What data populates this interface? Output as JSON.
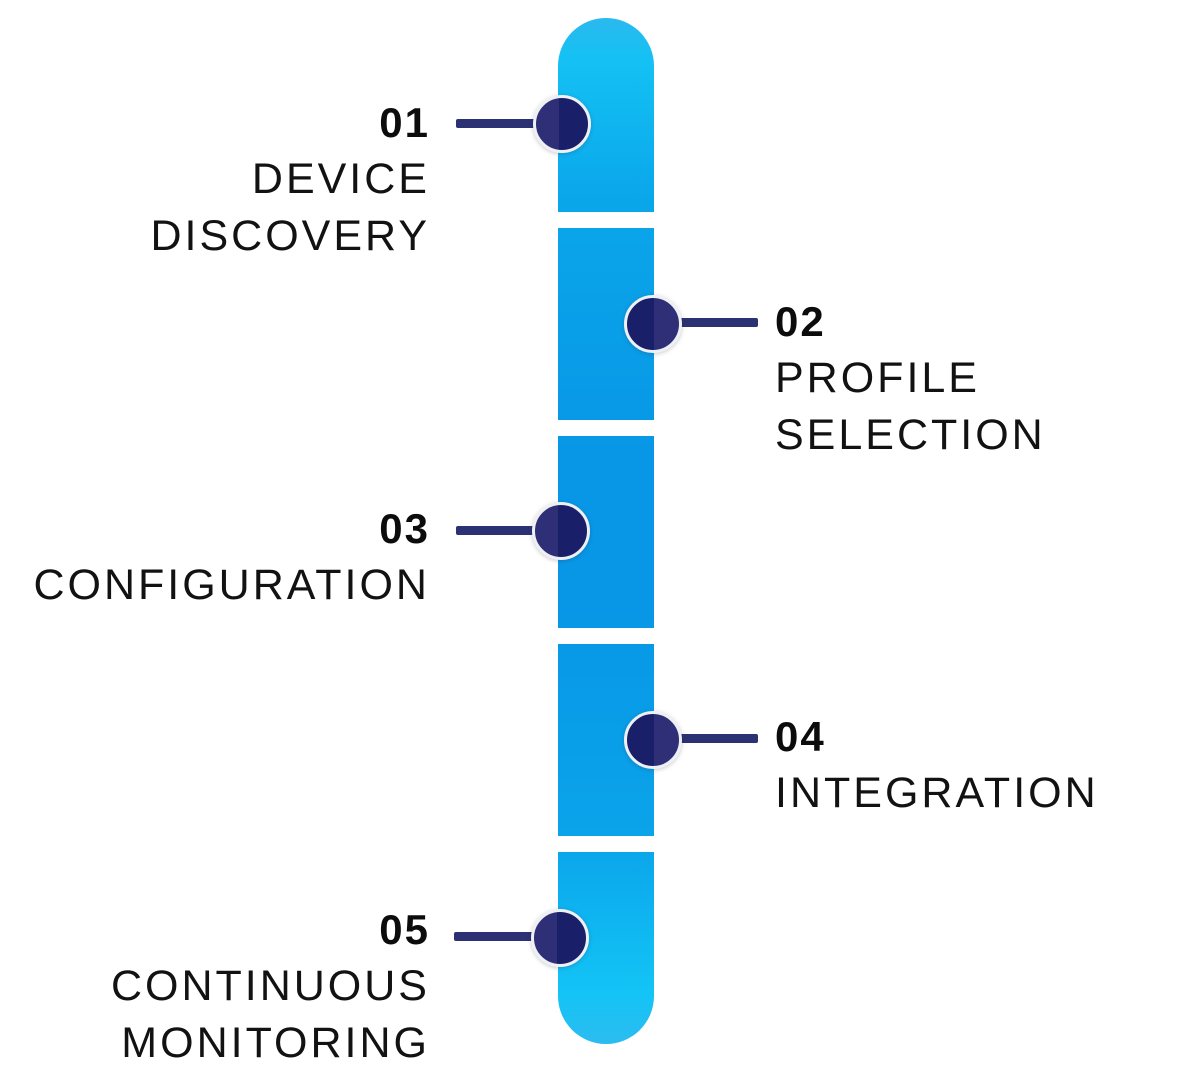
{
  "diagram": {
    "type": "vertical-process-timeline",
    "segment_count": 5
  },
  "colors": {
    "background": "#ffffff",
    "bar_cyan_ends": "#14c1f4",
    "bar_azure_middle": "#0897e6",
    "marker_navy": "#2f2f78",
    "marker_navy_overlap": "#192069",
    "marker_ring": "#eef0f3",
    "connector_navy": "#2b3173",
    "text_color": "#0c0c0c"
  },
  "steps": [
    {
      "number": "01",
      "lines": [
        "DEVICE",
        "DISCOVERY"
      ],
      "side": "left"
    },
    {
      "number": "02",
      "lines": [
        "PROFILE",
        "SELECTION"
      ],
      "side": "right"
    },
    {
      "number": "03",
      "lines": [
        "CONFIGURATION"
      ],
      "side": "left"
    },
    {
      "number": "04",
      "lines": [
        "INTEGRATION"
      ],
      "side": "right"
    },
    {
      "number": "05",
      "lines": [
        "CONTINUOUS",
        "MONITORING"
      ],
      "side": "left"
    }
  ]
}
